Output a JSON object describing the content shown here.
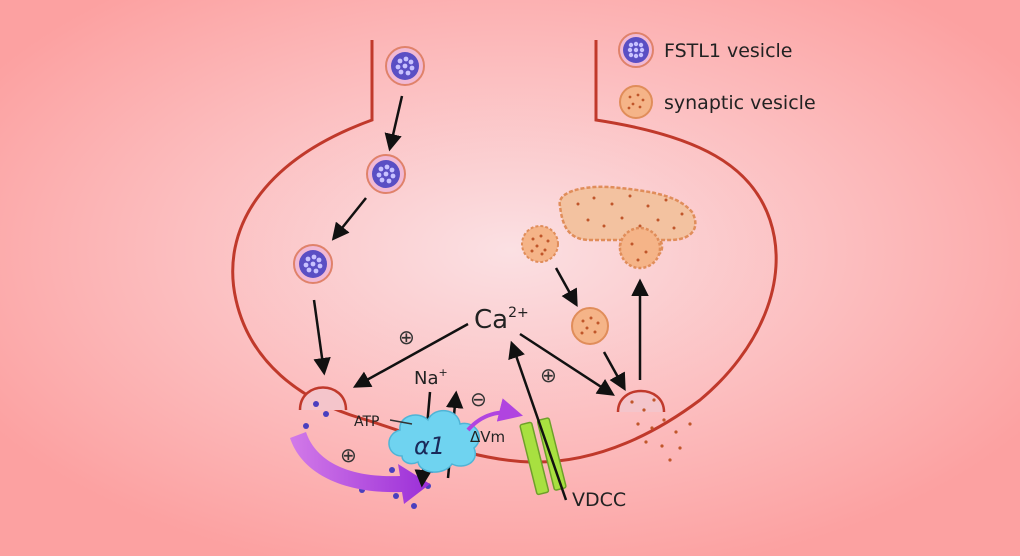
{
  "legend": {
    "fstl1": "FSTL1 vesicle",
    "synaptic": "synaptic vesicle"
  },
  "labels": {
    "calcium_base": "Ca",
    "calcium_charge": "2+",
    "sodium_base": "Na",
    "sodium_charge": "+",
    "atp": "ATP",
    "alpha1": "α1",
    "delta_vm": "ΔVm",
    "vdcc": "VDCC",
    "plus": "⊕",
    "minus": "⊖"
  },
  "colors": {
    "background_center": "#fad6da",
    "background_edge": "#fca0a0",
    "membrane": "#c0392b",
    "fstl1_fill": "#5a4fc4",
    "fstl1_ring": "#e0826a",
    "synaptic_fill": "#f5b488",
    "synaptic_dot": "#c0562a",
    "alpha1_fill": "#6fd3f0",
    "vdcc_fill": "#a8e040",
    "purple_arrow": "#b044e0"
  }
}
